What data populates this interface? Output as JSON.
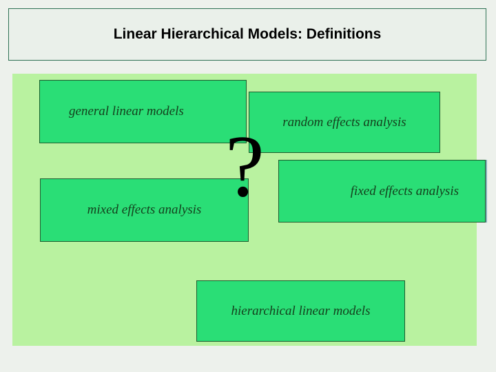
{
  "slide": {
    "title": "Linear Hierarchical Models: Definitions",
    "background_color": "#edf1ec",
    "panel_color": "#b9f2a0",
    "box_fill_color": "#2ade76",
    "box_border_color": "#1d5c2e",
    "title_border_color": "#2d7053",
    "text_color": "#14401d"
  },
  "concepts": [
    {
      "id": "general-linear-models",
      "label": "general linear models"
    },
    {
      "id": "random-effects-analysis",
      "label": "random effects analysis"
    },
    {
      "id": "mixed-effects-analysis",
      "label": "mixed effects analysis"
    },
    {
      "id": "fixed-effects-analysis",
      "label": "fixed effects analysis"
    },
    {
      "id": "hierarchical-linear-models",
      "label": "hierarchical linear models"
    }
  ],
  "annotation": {
    "question_mark": "?"
  }
}
